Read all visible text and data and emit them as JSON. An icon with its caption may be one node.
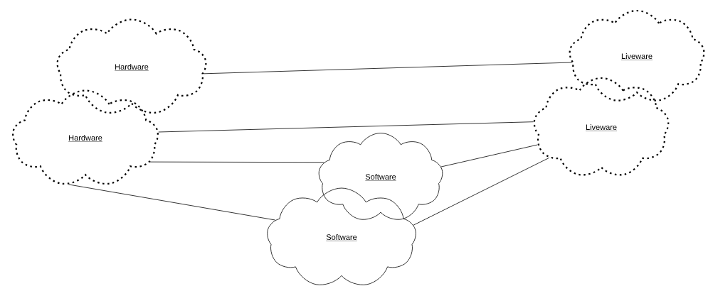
{
  "diagram": {
    "nodes": [
      {
        "text": [
          "Hardware"
        ]
      },
      {
        "text": [
          "Liveware"
        ]
      },
      {
        "text": [
          "Hardware"
        ]
      },
      {
        "text": [
          "Liveware"
        ]
      },
      {
        "text": [
          "Software"
        ]
      },
      {
        "text": [
          "Software"
        ]
      }
    ],
    "edges": [
      {
        "from": 0,
        "to": 1,
        "arrow": "none"
      },
      {
        "from": 2,
        "to": 3,
        "arrow": "none"
      },
      {
        "from": 2,
        "to": 4,
        "arrow": "none"
      },
      {
        "from": 2,
        "to": 5,
        "arrow": "none"
      },
      {
        "from": 4,
        "to": 3,
        "arrow": "none"
      },
      {
        "from": 5,
        "to": 3,
        "arrow": "none"
      }
    ]
  }
}
